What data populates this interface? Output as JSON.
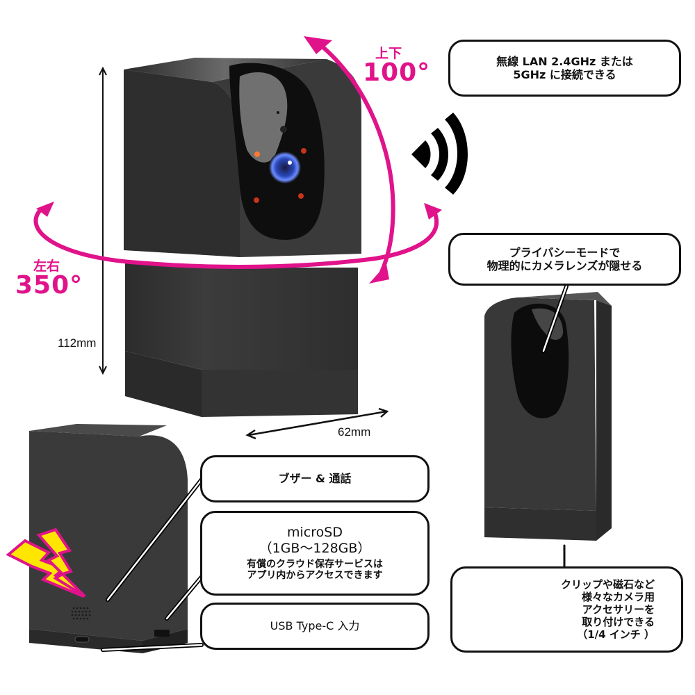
{
  "colors": {
    "accent_pink": "#e0138a",
    "camera_body": "#3a3a3a",
    "callout_border": "#111111",
    "bolt_yellow": "#ffe600"
  },
  "rotation": {
    "vertical_label": "上下",
    "vertical_degrees": "100°",
    "horizontal_label": "左右",
    "horizontal_degrees": "350°"
  },
  "dimensions": {
    "height": "112mm",
    "width": "62mm"
  },
  "icons": {
    "wifi": "wifi-signal-icon",
    "lightning": "lightning-bolt-icon",
    "tripod_mount": "threaded-insert-icon"
  },
  "callouts": {
    "wifi": {
      "lines": [
        "無線 LAN 2.4GHz または",
        "5GHz に接続できる"
      ]
    },
    "privacy": {
      "lines": [
        "プライバシーモードで",
        "物理的にカメラレンズが隠せる"
      ]
    },
    "buzzer": {
      "lines": [
        "ブザー & 通話"
      ]
    },
    "microsd": {
      "title": "microSD",
      "range": "（1GB〜128GB）",
      "lines": [
        "有償のクラウド保存サービスは",
        "アプリ内からアクセスできます"
      ]
    },
    "usb": {
      "lines": [
        "USB Type-C 入力"
      ]
    },
    "mount": {
      "lines": [
        "クリップや磁石など",
        "様々なカメラ用",
        "アクセサリーを",
        "取り付けできる",
        "（1/4 インチ ）"
      ]
    }
  }
}
